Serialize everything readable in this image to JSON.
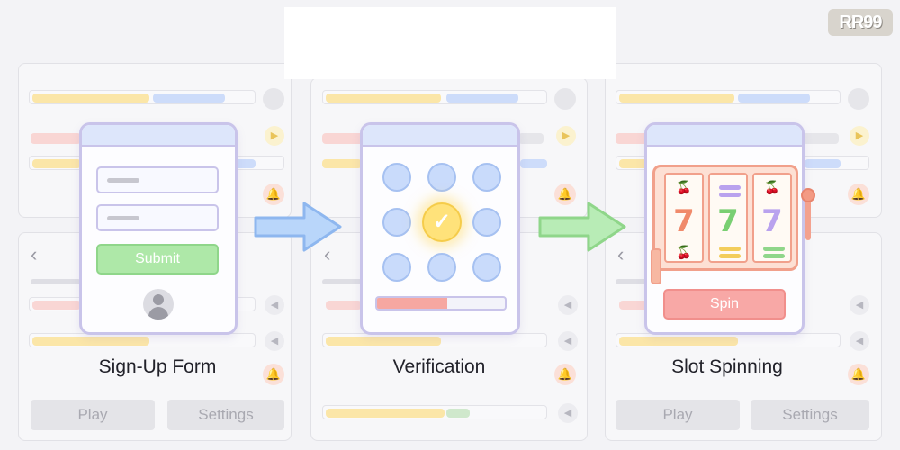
{
  "logo_text": "RR99",
  "steps": [
    {
      "caption": "Sign-Up Form",
      "form": {
        "submit_label": "Submit"
      },
      "background": {
        "play_label": "Play",
        "settings_label": "Settings"
      }
    },
    {
      "caption": "Verification",
      "grid": {
        "verified_index": 4,
        "dot_count": 9
      },
      "progress_fraction": 0.55
    },
    {
      "caption": "Slot Spinning",
      "reels": [
        {
          "top": "cherries",
          "middle": "7",
          "bottom": "cherries"
        },
        {
          "top": "bar-purple",
          "middle": "7",
          "bottom": "bar-yellow"
        },
        {
          "top": "cherries",
          "middle": "7",
          "bottom": "bar-green"
        }
      ],
      "spin_label": "Spin",
      "background": {
        "play_label": "Play",
        "settings_label": "Settings"
      }
    }
  ],
  "colors": {
    "card_border": "#c9c4ea",
    "card_header": "#dde6fb",
    "submit_green": "#aee8a8",
    "spin_red": "#f8a8a6",
    "arrow_blue": "#b9d6fa",
    "arrow_green": "#b8ecb6",
    "check_yellow": "#ffe27a",
    "seven_colors": [
      "#f08a6b",
      "#79cf72",
      "#b9a2ee"
    ]
  },
  "icons": [
    "user-avatar-icon",
    "checkmark-icon",
    "cherries-icon",
    "bell-icon",
    "camera-icon",
    "speaker-icon",
    "chevron-left-icon",
    "arrow-right-icon"
  ]
}
